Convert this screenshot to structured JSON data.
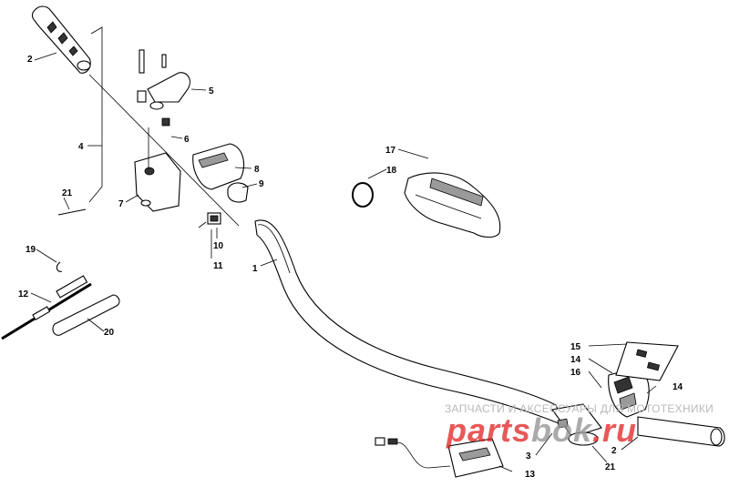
{
  "watermark": {
    "tagline": "ЗАПЧАСТИ И АКСЕССУАРЫ ДЛЯ МОТОТЕХНИКИ",
    "logo_a": "parts",
    "logo_b": "bok",
    "logo_c": ".ru",
    "colors": {
      "logo": "#e02020",
      "accent": "#9a9a9a",
      "tagline": "#b9b9b9"
    }
  },
  "callouts": {
    "c1": "1",
    "c2a": "2",
    "c2b": "2",
    "c3": "3",
    "c4": "4",
    "c5": "5",
    "c6": "6",
    "c7": "7",
    "c8": "8",
    "c9": "9",
    "c10": "10",
    "c11": "11",
    "c12": "12",
    "c13": "13",
    "c14a": "14",
    "c14b": "14",
    "c15": "15",
    "c16": "16",
    "c17": "17",
    "c18": "18",
    "c19": "19",
    "c20": "20",
    "c21a": "21",
    "c21b": "21"
  }
}
